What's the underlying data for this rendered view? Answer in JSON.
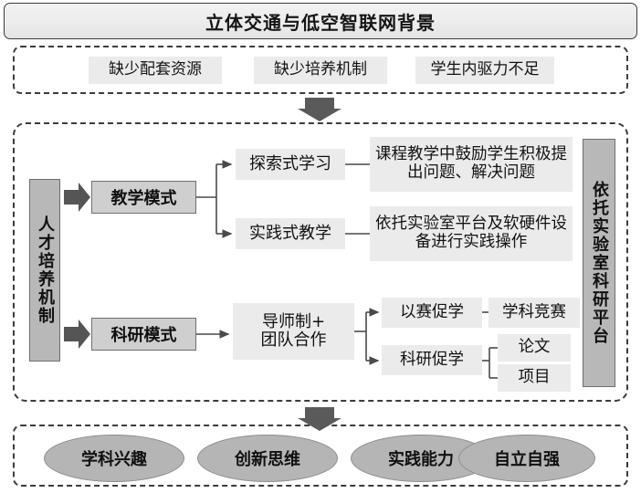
{
  "banner": {
    "title": "立体交通与低空智联网背景"
  },
  "problems": {
    "items": [
      {
        "label": "缺少配套资源"
      },
      {
        "label": "缺少培养机制"
      },
      {
        "label": "学生内驱力不足"
      }
    ]
  },
  "core": {
    "left_pillar": "人才培养机制",
    "right_pillar": "依托实验室科研平台",
    "modes": [
      {
        "label": "教学模式"
      },
      {
        "label": "科研模式"
      }
    ],
    "teaching": {
      "branches": [
        {
          "label": "探索式学习",
          "detail": "课程教学中鼓励学生积极提出问题、解决问题"
        },
        {
          "label": "实践式教学",
          "detail": "依托实验室平台及软硬件设备进行实践操作"
        }
      ]
    },
    "research": {
      "method": "导师制+\n团队合作",
      "method_line1": "导师制+",
      "method_line2": "团队合作",
      "branches": [
        {
          "label": "以赛促学",
          "children": [
            "学科竞赛"
          ]
        },
        {
          "label": "科研促学",
          "children": [
            "论文",
            "项目"
          ]
        }
      ]
    }
  },
  "outcomes": {
    "items": [
      {
        "label": "学科兴趣"
      },
      {
        "label": "创新思维"
      },
      {
        "label": "实践能力"
      },
      {
        "label": "自立自强"
      }
    ]
  },
  "icons": {
    "down_arrow_top": "down-arrow-icon",
    "down_arrow_bottom": "down-arrow-icon",
    "block_arrow_teach": "right-block-arrow-icon",
    "block_arrow_research": "right-block-arrow-icon"
  },
  "colors": {
    "banner_border": "#3a3a3a",
    "dashed_border": "#3c3c3c",
    "chip_fill": "#ebebeb",
    "mode_fill": "#cfcfcf",
    "pillar_fill": "#b8b8b8",
    "ellipse_fill": "#b5b5b5",
    "arrow_fill": "#5a5a5a",
    "connector": "#4a4a4a"
  }
}
